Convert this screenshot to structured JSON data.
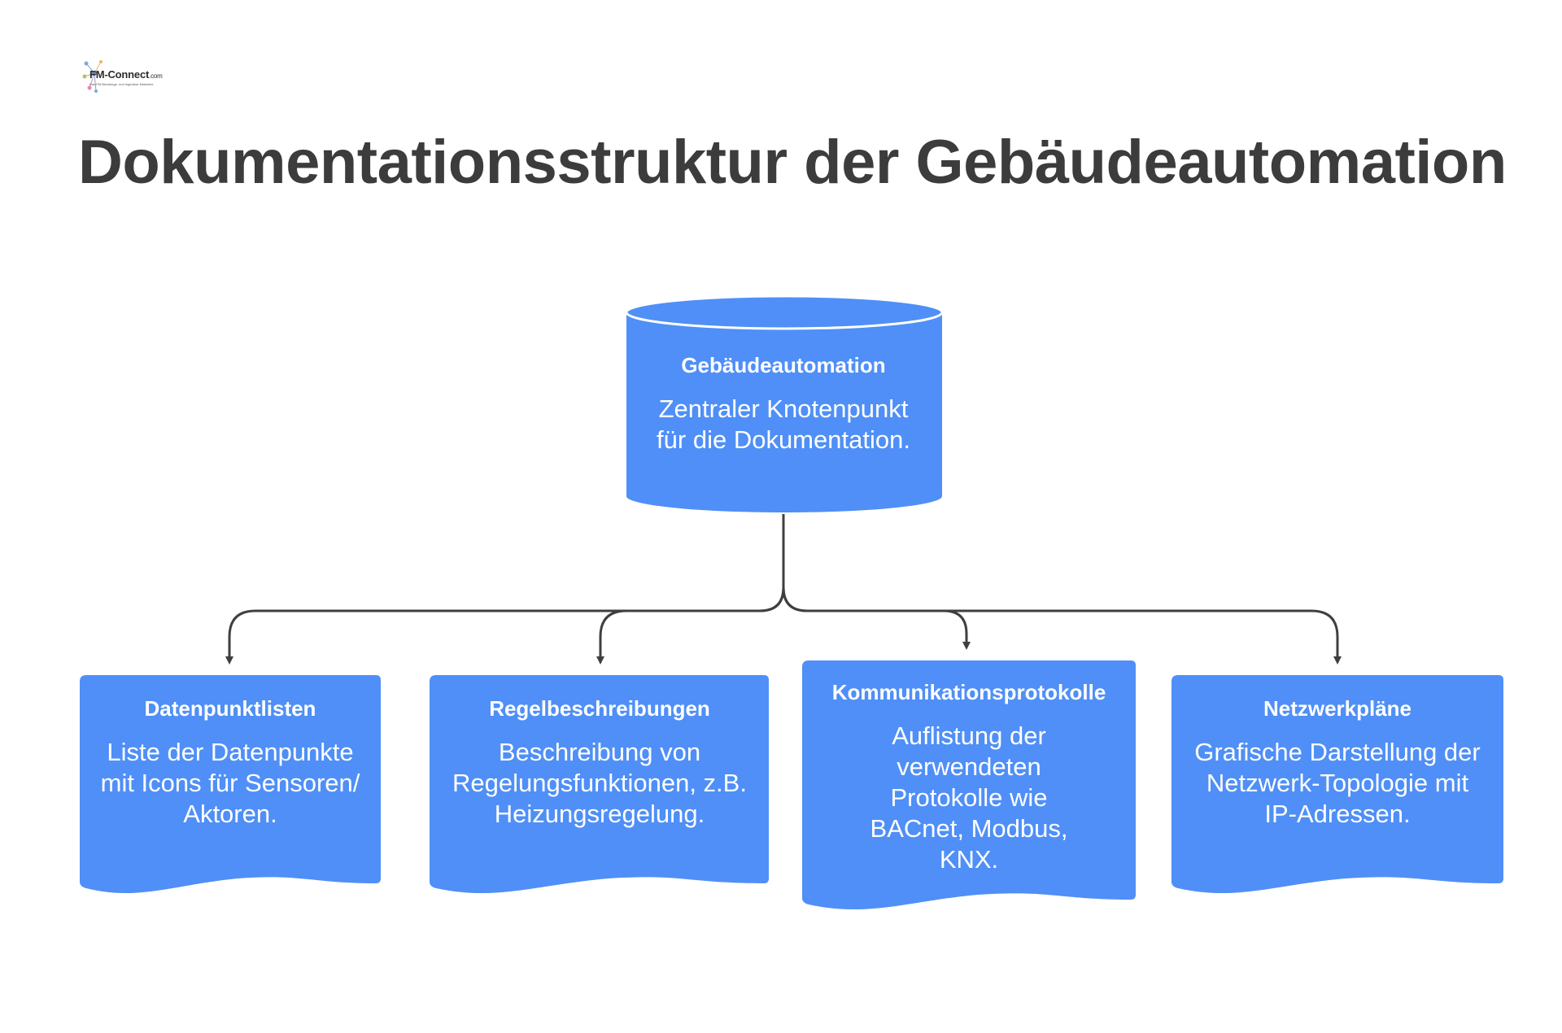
{
  "logo": {
    "main": "FM-Connect",
    "domain": ".com",
    "tagline": "Das FM-Beratungs- und Ingenieur-Netzwerk"
  },
  "title": "Dokumentationsstruktur der Gebäudeautomation",
  "colors": {
    "node_fill": "#4f8ff7",
    "connector": "#3f3f3f",
    "title_text": "#3c3c3c",
    "node_text": "#ffffff"
  },
  "root": {
    "title": "Gebäudeautomation",
    "description": "Zentraler Knotenpunkt für die Dokumentation.",
    "shape": "cylinder"
  },
  "children": [
    {
      "title": "Datenpunktlisten",
      "description": "Liste der Datenpunkte mit Icons für Sensoren/ Aktoren.",
      "shape": "document"
    },
    {
      "title": "Regelbeschreibungen",
      "description": "Beschreibung von Regelungsfunktionen, z.B. Heizungsregelung.",
      "shape": "document"
    },
    {
      "title": "Kommunikationsprotokolle",
      "description": "Auflistung der verwendeten Protokolle wie BACnet, Modbus, KNX.",
      "shape": "document"
    },
    {
      "title": "Netzwerkpläne",
      "description": "Grafische Darstellung der Netzwerk-Topologie mit IP-Adressen.",
      "shape": "document"
    }
  ]
}
